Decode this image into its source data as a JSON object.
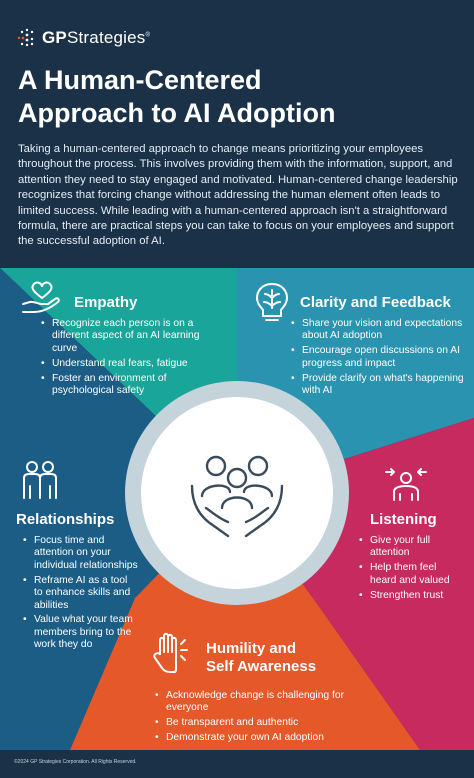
{
  "logo": {
    "brand": "GPStrategies",
    "brand_bold": "GP",
    "brand_rest": "Strategies",
    "mark": "®"
  },
  "title_lines": [
    "A Human-Centered",
    "Approach to AI Adoption"
  ],
  "intro": "Taking a human-centered approach to change means prioritizing your employees throughout the process. This involves providing them with the information, support, and attention they need to stay engaged and motivated. Human-centered change leadership recognizes that forcing change without addressing the human element often leads to limited success. While leading with a human-centered approach isn't a straightforward formula, there are practical steps you can take to focus on your employees and support the successful adoption of AI.",
  "sections": {
    "empathy": {
      "title": "Empathy",
      "items": [
        "Recognize each person is on a different aspect of an AI learning curve",
        "Understand real fears, fatigue",
        "Foster an environment of psychological safety"
      ]
    },
    "clarity": {
      "title": "Clarity and Feedback",
      "items": [
        "Share your vision and expectations about AI adoption",
        "Encourage open discussions on AI progress and impact",
        "Provide clarify on what's happening with AI"
      ]
    },
    "relationships": {
      "title": "Relationships",
      "items": [
        "Focus time and attention on your individual relationships",
        "Reframe AI as a tool to enhance skills and abilities",
        "Value what your team members bring to the work they do"
      ]
    },
    "listening": {
      "title": "Listening",
      "items": [
        "Give your full attention",
        "Help them feel heard and valued",
        "Strengthen trust"
      ]
    },
    "humility": {
      "title_lines": [
        "Humility and",
        "Self Awareness"
      ],
      "items": [
        "Acknowledge change is challenging  for everyone",
        "Be transparent and authentic",
        "Demonstrate your own AI adoption"
      ]
    }
  },
  "footer": "©2024 GP Strategies Corporation. All Rights Reserved.",
  "colors": {
    "navy": "#1a3147",
    "empathy": "#1aa59a",
    "clarity": "#2a93b0",
    "relationships": "#1c5d86",
    "listening": "#c62a5e",
    "humility": "#e4582a",
    "ring": "#c5d3db"
  },
  "icons": {
    "empathy": "heart-in-hand-icon",
    "clarity": "brain-lightbulb-icon",
    "relationships": "two-people-icon",
    "listening": "person-with-arrows-icon",
    "humility": "raised-hand-icon",
    "center": "people-in-hands-icon"
  }
}
